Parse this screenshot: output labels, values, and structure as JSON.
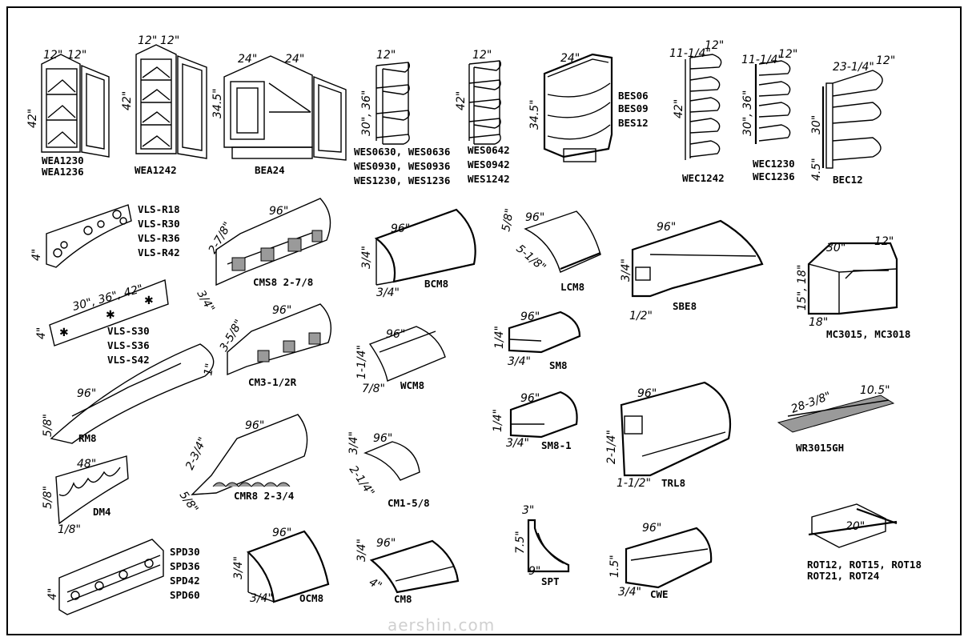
{
  "items": [
    {
      "labels": [
        "WEA1230",
        "WEA1236"
      ],
      "dims": [
        "12\"",
        "12\"",
        "42\""
      ]
    },
    {
      "labels": [
        "WEA1242"
      ],
      "dims": [
        "12\"",
        "12\"",
        "42\""
      ]
    },
    {
      "labels": [
        "BEA24"
      ],
      "dims": [
        "24\"",
        "24\"",
        "34.5\""
      ]
    },
    {
      "labels": [
        "WES0630, WES0636",
        "WES0930, WES0936",
        "WES1230, WES1236"
      ],
      "dims": [
        "12\"",
        "30\", 36\""
      ]
    },
    {
      "labels": [
        "WES0642",
        "WES0942",
        "WES1242"
      ],
      "dims": [
        "12\"",
        "42\""
      ]
    },
    {
      "labels": [
        "BES06",
        "BES09",
        "BES12"
      ],
      "dims": [
        "24\"",
        "34.5\""
      ]
    },
    {
      "labels": [
        "WEC1242"
      ],
      "dims": [
        "11-1/4\"",
        "12\"",
        "42\""
      ]
    },
    {
      "labels": [
        "WEC1230",
        "WEC1236"
      ],
      "dims": [
        "11-1/4\"",
        "12\"",
        "30\", 36\""
      ]
    },
    {
      "labels": [
        "BEC12"
      ],
      "dims": [
        "23-1/4\"",
        "12\"",
        "30\"",
        "4.5\""
      ]
    },
    {
      "labels": [
        "VLS-R18",
        "VLS-R30",
        "VLS-R36",
        "VLS-R42"
      ],
      "dims": [
        "4\""
      ]
    },
    {
      "labels": [
        "CMS8 2-7/8"
      ],
      "dims": [
        "96\"",
        "2-7/8\"",
        "3/4\""
      ]
    },
    {
      "labels": [
        "BCM8"
      ],
      "dims": [
        "96\"",
        "3/4\"",
        "3/4\""
      ]
    },
    {
      "labels": [
        "LCM8"
      ],
      "dims": [
        "5/8\"",
        "96\"",
        "5-1/8\""
      ]
    },
    {
      "labels": [
        "SBE8"
      ],
      "dims": [
        "96\"",
        "3/4\"",
        "1/2\""
      ]
    },
    {
      "labels": [
        "MC3015, MC3018"
      ],
      "dims": [
        "30\"",
        "12\"",
        "15\", 18\"",
        "18\""
      ]
    },
    {
      "labels": [
        "VLS-S30",
        "VLS-S36",
        "VLS-S42"
      ],
      "dims": [
        "30\", 36\", 42\"",
        "4\""
      ]
    },
    {
      "labels": [
        "CM3-1/2R"
      ],
      "dims": [
        "96\"",
        "3-5/8\"",
        "1\""
      ]
    },
    {
      "labels": [
        "WCM8"
      ],
      "dims": [
        "96\"",
        "1-1/4\"",
        "7/8\""
      ]
    },
    {
      "labels": [
        "SM8"
      ],
      "dims": [
        "96\"",
        "1/4\"",
        "3/4\""
      ]
    },
    {
      "labels": [
        "RM8"
      ],
      "dims": [
        "96\"",
        "5/8\""
      ]
    },
    {
      "labels": [
        "SM8-1"
      ],
      "dims": [
        "96\"",
        "1/4\"",
        "3/4\""
      ]
    },
    {
      "labels": [
        "TRL8"
      ],
      "dims": [
        "96\"",
        "2-1/4\"",
        "1-1/2\""
      ]
    },
    {
      "labels": [
        "WR3015GH"
      ],
      "dims": [
        "28-3/8\"",
        "10.5\""
      ]
    },
    {
      "labels": [
        "DM4"
      ],
      "dims": [
        "48\"",
        "5/8\"",
        "1/8\""
      ]
    },
    {
      "labels": [
        "CMR8 2-3/4"
      ],
      "dims": [
        "96\"",
        "2-3/4\"",
        "5/8\""
      ]
    },
    {
      "labels": [
        "CM1-5/8"
      ],
      "dims": [
        "96\"",
        "3/4\"",
        "2-1/4\""
      ]
    },
    {
      "labels": [
        "SPD30",
        "SPD36",
        "SPD42",
        "SPD60"
      ],
      "dims": [
        "4\""
      ]
    },
    {
      "labels": [
        "OCM8"
      ],
      "dims": [
        "96\"",
        "3/4\"",
        "3/4\""
      ]
    },
    {
      "labels": [
        "CM8"
      ],
      "dims": [
        "96\"",
        "3/4\"",
        "4\""
      ]
    },
    {
      "labels": [
        "SPT"
      ],
      "dims": [
        "3\"",
        "7.5\"",
        "9\""
      ]
    },
    {
      "labels": [
        "CWE"
      ],
      "dims": [
        "96\"",
        "1.5\"",
        "3/4\""
      ]
    },
    {
      "labels": [
        "ROT12, ROT15, ROT18",
        "ROT21, ROT24"
      ],
      "dims": [
        "20\""
      ]
    }
  ],
  "watermark": "aershin.com"
}
